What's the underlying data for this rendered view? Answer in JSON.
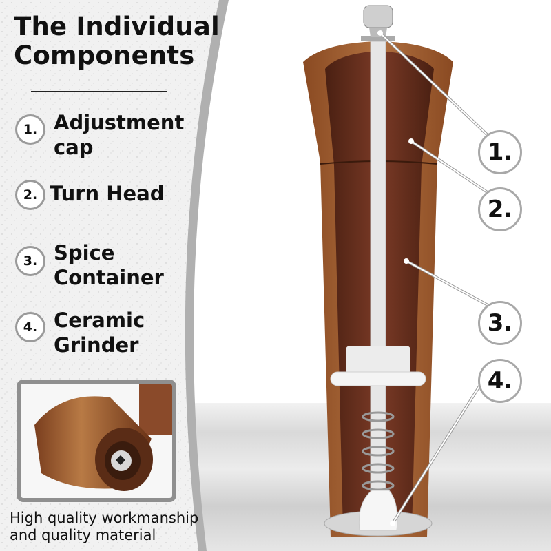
{
  "title": {
    "line1": "The Individual",
    "line2": "Components"
  },
  "components": [
    {
      "number": "1.",
      "label_line1": "Adjustment",
      "label_line2": "cap"
    },
    {
      "number": "2.",
      "label_line1": "Turn Head",
      "label_line2": ""
    },
    {
      "number": "3.",
      "label_line1": "Spice",
      "label_line2": "Container"
    },
    {
      "number": "4.",
      "label_line1": "Ceramic",
      "label_line2": "Grinder"
    }
  ],
  "callouts": [
    "1.",
    "2.",
    "3.",
    "4."
  ],
  "caption": {
    "line1": "High quality workmanship",
    "line2": "and quality material"
  },
  "colors": {
    "text": "#111111",
    "badge_border": "#9a9a9a",
    "wood_light": "#a8683a",
    "wood_dark": "#5a2a1a",
    "panel_bg": "#eeeeee"
  }
}
